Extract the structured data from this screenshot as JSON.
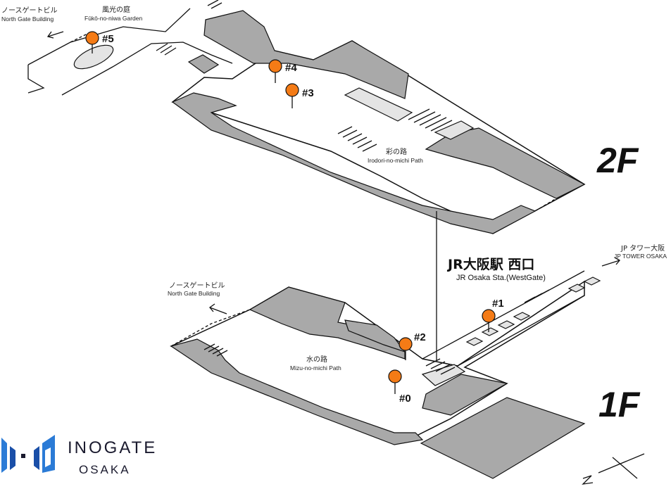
{
  "floor_2f": {
    "floor_label": "2F",
    "north_gate_jp": "ノースゲートビル",
    "north_gate_en": "North Gate Building",
    "garden_jp": "風光の庭",
    "garden_en": "Fūkō-no-niwa Garden",
    "path_jp": "彩の路",
    "path_en": "Irodori-no-michi Path"
  },
  "floor_1f": {
    "floor_label": "1F",
    "north_gate_jp": "ノースゲートビル",
    "north_gate_en": "North Gate Building",
    "path_jp": "水の路",
    "path_en": "Mizu-no-michi Path",
    "jp_tower_jp": "JP タワー大阪",
    "jp_tower_en": "JP TOWER OSAKA"
  },
  "station": {
    "name_jp": "JR大阪駅 西口",
    "name_en": "JR Osaka Sta.(WestGate)"
  },
  "pins": {
    "p0": "#0",
    "p1": "#1",
    "p2": "#2",
    "p3": "#3",
    "p4": "#4",
    "p5": "#5"
  },
  "logo": {
    "main": "INOGATE",
    "sub": "OSAKA"
  },
  "colors": {
    "pin": "#f47b16",
    "shop": "#a9a9a9",
    "logo_accent": "#2b7bd6"
  }
}
